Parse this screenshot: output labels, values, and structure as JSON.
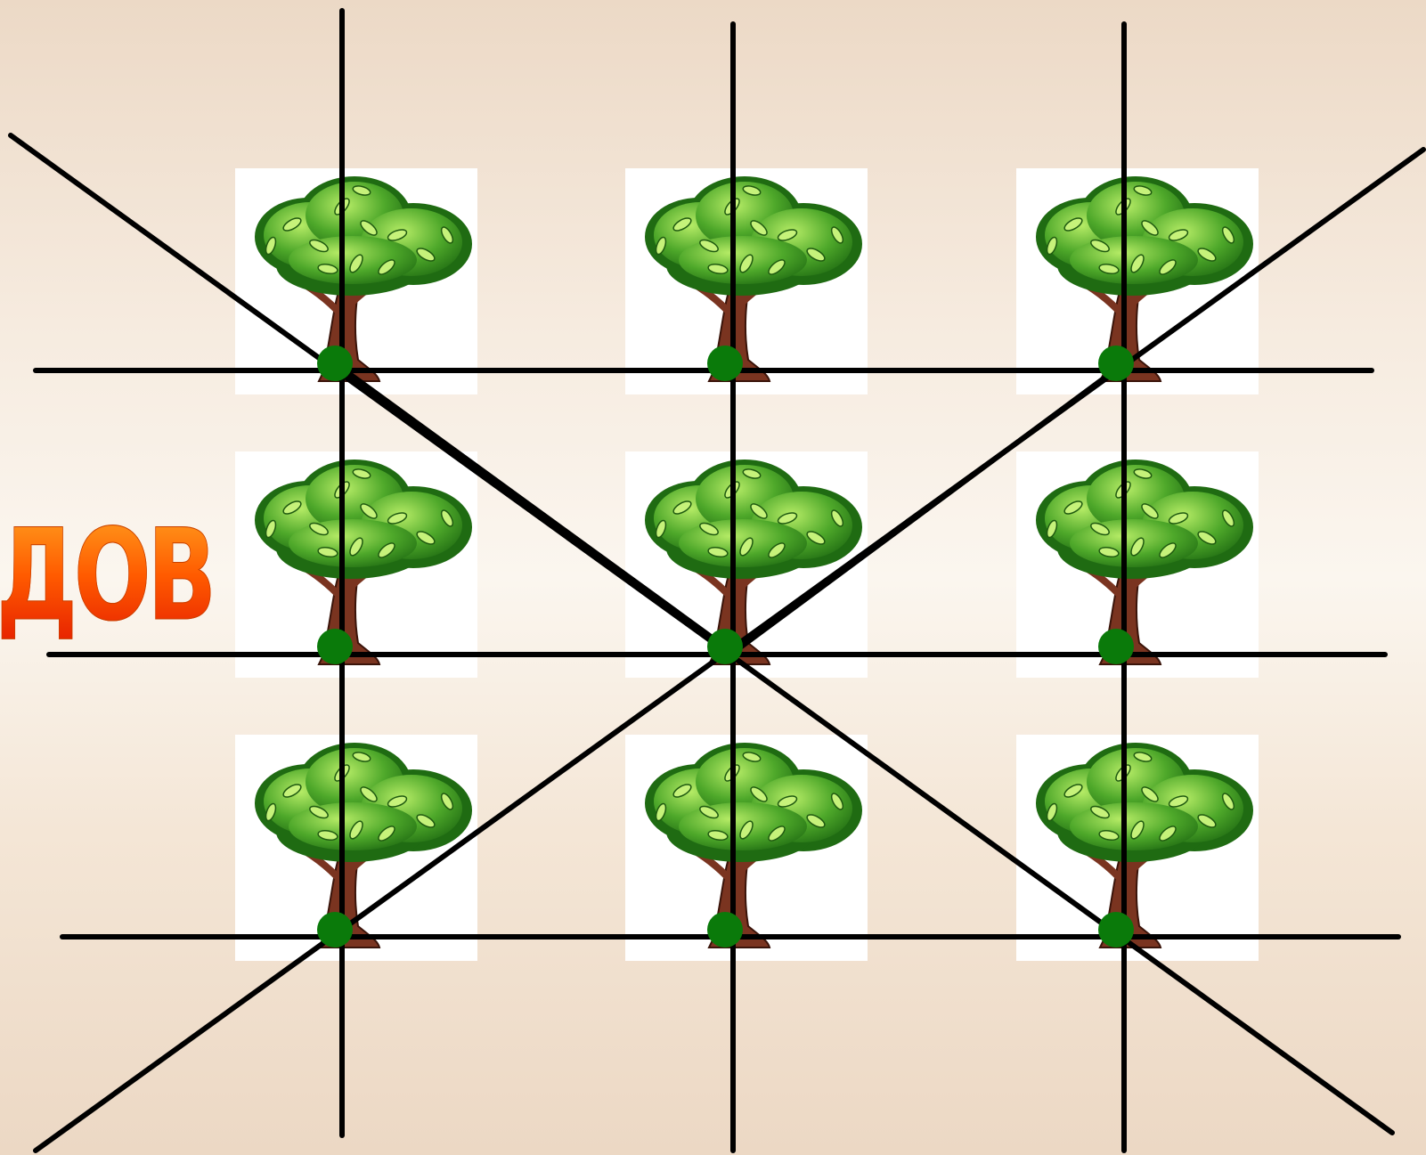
{
  "caption": {
    "text": "ДОВ",
    "color_top": "#ff9a1c",
    "color_bottom": "#e82400"
  },
  "colors": {
    "background": "#f6ebdf",
    "line": "#000000",
    "dot": "#0a7a0a",
    "tile": "#ffffff",
    "foliage_dark": "#1f6b12",
    "foliage_mid": "#3d9a22",
    "foliage_light": "#9bdc4c",
    "trunk": "#7a3420"
  },
  "tree_grid": {
    "rows": 3,
    "columns": 3,
    "icon": "tree-icon"
  },
  "markers": {
    "count": 9,
    "icon": "green-dot"
  },
  "line_count": {
    "vertical": 3,
    "horizontal": 3,
    "diagonal": 4
  }
}
